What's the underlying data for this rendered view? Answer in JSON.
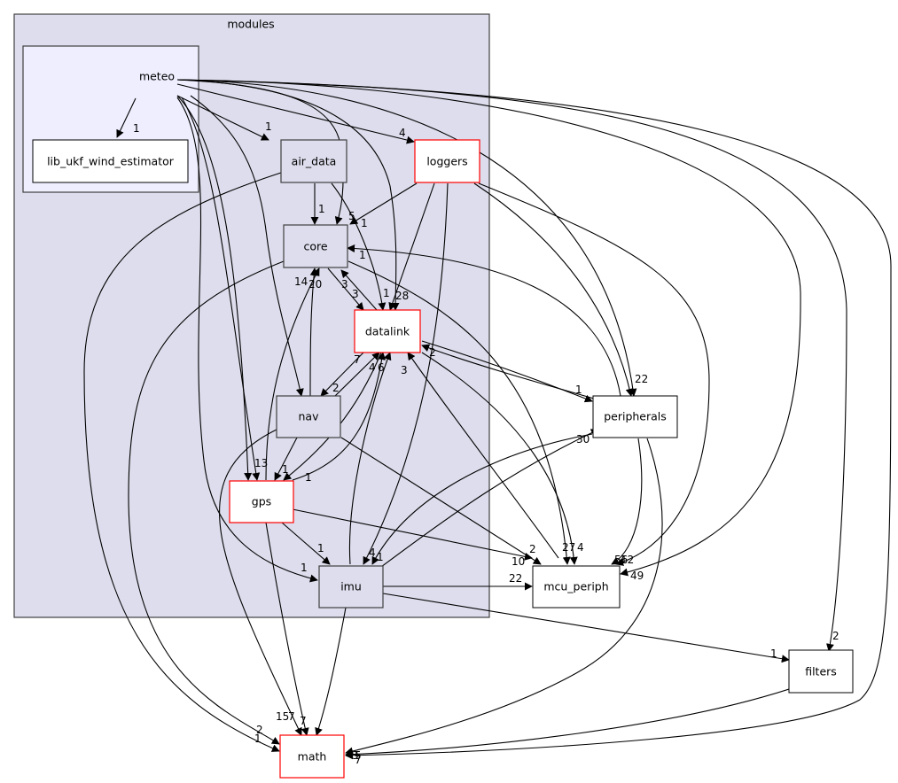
{
  "title": "modules directory dependency graph",
  "clusters": {
    "modules": {
      "label": "modules"
    },
    "meteo": {
      "label": "meteo"
    }
  },
  "nodes": {
    "lib_ukf_wind_estimator": {
      "label": "lib_ukf_wind_estimator",
      "style": "plain"
    },
    "air_data": {
      "label": "air_data",
      "style": "internal"
    },
    "loggers": {
      "label": "loggers",
      "style": "truncated"
    },
    "core": {
      "label": "core",
      "style": "internal"
    },
    "datalink": {
      "label": "datalink",
      "style": "truncated"
    },
    "nav": {
      "label": "nav",
      "style": "internal"
    },
    "gps": {
      "label": "gps",
      "style": "truncated"
    },
    "imu": {
      "label": "imu",
      "style": "internal"
    },
    "peripherals": {
      "label": "peripherals",
      "style": "plain"
    },
    "mcu_periph": {
      "label": "mcu_periph",
      "style": "plain"
    },
    "filters": {
      "label": "filters",
      "style": "plain"
    },
    "math": {
      "label": "math",
      "style": "truncated"
    }
  },
  "edges": [
    {
      "from": "meteo",
      "to": "lib_ukf_wind_estimator",
      "count": "1"
    },
    {
      "from": "meteo",
      "to": "air_data",
      "count": "1"
    },
    {
      "from": "meteo",
      "to": "loggers",
      "count": "4"
    },
    {
      "from": "air_data",
      "to": "core",
      "count": "1"
    },
    {
      "from": "loggers",
      "to": "core",
      "count": "1"
    },
    {
      "from": "meteo",
      "to": "core",
      "count": "5"
    },
    {
      "from": "peripherals",
      "to": "core",
      "count": "1"
    },
    {
      "from": "core",
      "to": "datalink",
      "count": "3"
    },
    {
      "from": "datalink",
      "to": "core",
      "count": "3"
    },
    {
      "from": "air_data",
      "to": "datalink",
      "count": "1"
    },
    {
      "from": "loggers",
      "to": "datalink",
      "count": "28"
    },
    {
      "from": "nav",
      "to": "core",
      "count": "14"
    },
    {
      "from": "gps",
      "to": "core",
      "count": "20"
    },
    {
      "from": "datalink",
      "to": "nav",
      "count": "2"
    },
    {
      "from": "nav",
      "to": "datalink",
      "count": "7"
    },
    {
      "from": "gps",
      "to": "datalink",
      "count": "4"
    },
    {
      "from": "imu",
      "to": "datalink",
      "count": "6"
    },
    {
      "from": "mcu_periph",
      "to": "datalink",
      "count": "3"
    },
    {
      "from": "peripherals",
      "to": "datalink",
      "count": "2"
    },
    {
      "from": "datalink",
      "to": "peripherals",
      "count": "1"
    },
    {
      "from": "meteo",
      "to": "nav",
      "count": "1"
    },
    {
      "from": "meteo",
      "to": "gps",
      "count": "13"
    },
    {
      "from": "nav",
      "to": "gps",
      "count": "1"
    },
    {
      "from": "datalink",
      "to": "gps",
      "count": "1"
    },
    {
      "from": "gps",
      "to": "imu",
      "count": "1"
    },
    {
      "from": "meteo",
      "to": "imu",
      "count": "1"
    },
    {
      "from": "loggers",
      "to": "imu",
      "count": "4"
    },
    {
      "from": "peripherals",
      "to": "imu",
      "count": "1"
    },
    {
      "from": "imu",
      "to": "peripherals",
      "count": "30"
    },
    {
      "from": "meteo",
      "to": "peripherals",
      "count": "22"
    },
    {
      "from": "nav",
      "to": "mcu_periph",
      "count": "2"
    },
    {
      "from": "gps",
      "to": "mcu_periph",
      "count": "10"
    },
    {
      "from": "imu",
      "to": "mcu_periph",
      "count": "22"
    },
    {
      "from": "core",
      "to": "mcu_periph",
      "count": "27"
    },
    {
      "from": "datalink",
      "to": "mcu_periph",
      "count": "4"
    },
    {
      "from": "peripherals",
      "to": "mcu_periph",
      "count": "56"
    },
    {
      "from": "loggers",
      "to": "mcu_periph",
      "count": "12"
    },
    {
      "from": "meteo",
      "to": "mcu_periph",
      "count": "49"
    },
    {
      "from": "imu",
      "to": "filters",
      "count": "1"
    },
    {
      "from": "meteo",
      "to": "filters",
      "count": "2"
    },
    {
      "from": "air_data",
      "to": "math",
      "count": "2"
    },
    {
      "from": "core",
      "to": "math",
      "count": "1"
    },
    {
      "from": "nav",
      "to": "math",
      "count": "15"
    },
    {
      "from": "gps",
      "to": "math",
      "count": "7"
    },
    {
      "from": "imu",
      "to": "math",
      "count": "7"
    },
    {
      "from": "peripherals",
      "to": "math",
      "count": "5"
    },
    {
      "from": "filters",
      "to": "math",
      "count": "3"
    },
    {
      "from": "meteo",
      "to": "math",
      "count": "7"
    }
  ],
  "colors": {
    "cluster_fill": "#dddded",
    "meteo_fill": "#eeeeff",
    "cluster_border": "#404040",
    "truncated_border": "#ff0000",
    "internal_fill": "#dddded",
    "plain_fill": "#ffffff"
  }
}
